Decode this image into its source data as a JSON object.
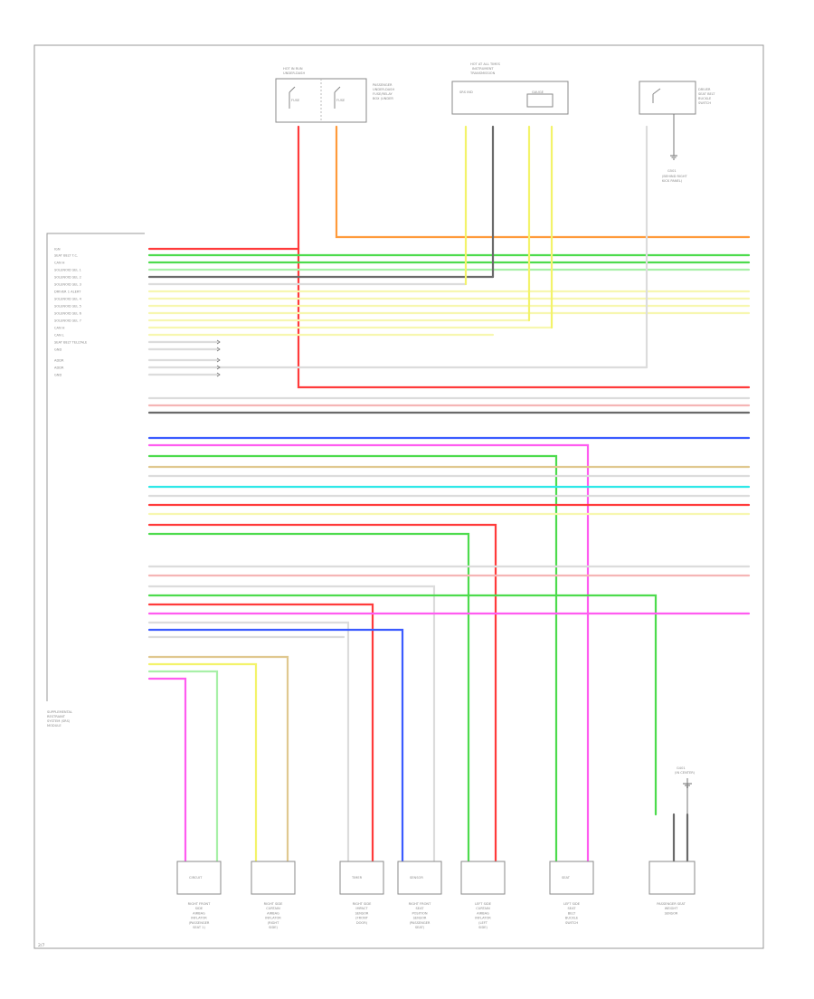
{
  "module": {
    "pin_labels": [
      "IGN",
      "SEAT BELT T.C.",
      "CAN H",
      "SOLENOID SEL 1",
      "SOLENOID SEL 2",
      "SOLENOID SEL 3",
      "DRIVER 1 ALERT",
      "SOLENOID SEL 4",
      "SOLENOID SEL 5",
      "SOLENOID SEL 6",
      "SOLENOID SEL 7",
      "CAN H",
      "CAN L",
      "SEAT BELT TELLTALE",
      "GND",
      "ADDR",
      "ADDR",
      "GND",
      "",
      "",
      "",
      "",
      "",
      "",
      "",
      "",
      "",
      "",
      "",
      "",
      "",
      "",
      "",
      "",
      "",
      "",
      "",
      "",
      "",
      "",
      "",
      "",
      "",
      "",
      "",
      ""
    ],
    "footer_lines": [
      "SUPPLEMENTAL",
      "RESTRAINT",
      "SYSTEM (SRS)",
      "MODULE"
    ]
  },
  "top_components": [
    {
      "label_lines": [
        "HOT IN RUN",
        "UNDER-DASH"
      ],
      "side_lines": [
        "PASSENGER",
        "UNDER-DASH",
        "FUSE/RELAY",
        "BOX (UNDER"
      ]
    },
    {
      "label_lines": [
        "HOT AT ALL TIMES",
        "INSTRUMENT",
        "TRANSMISSION"
      ],
      "inner_lines": [
        "SRS IND",
        "GAUGE"
      ]
    },
    {
      "label_lines": [
        "SEAT",
        "BELT",
        "SWITCH"
      ],
      "side_lines": [
        "DRIVER",
        "SEAT BELT",
        "BUCKLE",
        "SWITCH"
      ]
    }
  ],
  "bottom_components": [
    {
      "id": "c1",
      "code": "CIRCUIT",
      "label_lines": [
        "RIGHT FRONT",
        "SIDE",
        "AIRBAG",
        "INFLATOR",
        "(PASSENGER",
        "SEAT 1)"
      ]
    },
    {
      "id": "c2",
      "code": "",
      "label_lines": [
        "RIGHT SIDE",
        "CURTAIN",
        "AIRBAG",
        "INFLATOR",
        "(RIGHT",
        "SIDE)"
      ]
    },
    {
      "id": "c3",
      "code": "TIMER",
      "label_lines": [
        "RIGHT SIDE",
        "IMPACT",
        "SENSOR",
        "(FRONT",
        "DOOR)"
      ]
    },
    {
      "id": "c4",
      "code": "SENSOR",
      "label_lines": [
        "RIGHT FRONT",
        "SEAT",
        "POSITION",
        "SENSOR",
        "(PASSENGER",
        "SEAT)"
      ]
    },
    {
      "id": "c5",
      "code": "",
      "label_lines": [
        "LEFT SIDE",
        "CURTAIN",
        "AIRBAG",
        "INFLATOR",
        "(LEFT",
        "SIDE)"
      ]
    },
    {
      "id": "c6",
      "code": "SEAT",
      "label_lines": [
        "LEFT SIDE",
        "SEAT",
        "BELT",
        "BUCKLE",
        "SWITCH"
      ]
    },
    {
      "id": "c7",
      "code": "",
      "label_lines": [
        "PASSENGER SEAT",
        "WEIGHT",
        "SENSOR"
      ]
    }
  ],
  "page_id": "2/7",
  "wire_colors": {
    "red": "#ff3b3b",
    "orange": "#ff9a3a",
    "green": "#4ddb4d",
    "yellow": "#f3f36a",
    "pink": "#ff5cf0",
    "blue": "#3b5bff",
    "cyan": "#2fe8e8",
    "gray": "#b8b8b8",
    "dark": "#6a6a6a",
    "ltgreen": "#a8f0a8",
    "tan": "#e0c890",
    "ltpink": "#f5b5b5",
    "ltgray": "#dcdcdc",
    "paleyellow": "#f7f7b0"
  }
}
